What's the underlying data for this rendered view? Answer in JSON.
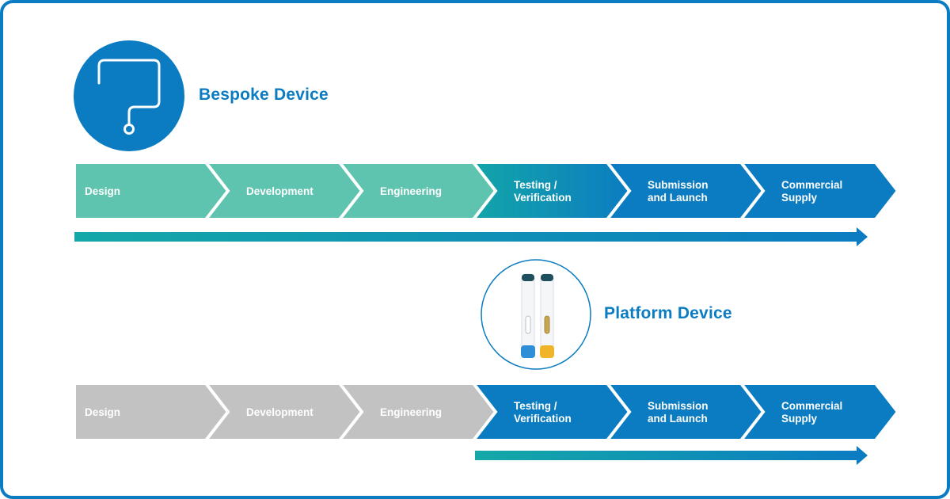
{
  "bespoke": {
    "title": "Bespoke Device",
    "icon": "question-mark-icon",
    "colors": [
      "#5fc4af",
      "#5fc4af",
      "#5fc4af",
      "#0e9fb4",
      "#0b7cc1",
      "#0b7cc1"
    ],
    "steps": [
      [
        "Design"
      ],
      [
        "Development"
      ],
      [
        "Engineering"
      ],
      [
        "Testing /",
        "Verification"
      ],
      [
        "Submission",
        "and Launch"
      ],
      [
        "Commercial",
        "Supply"
      ]
    ]
  },
  "platform": {
    "title": "Platform Device",
    "icon": "autoinjector-pens-icon",
    "colors": [
      "#c2c2c2",
      "#c2c2c2",
      "#c2c2c2",
      "#0b7cc1",
      "#0b7cc1",
      "#0b7cc1"
    ],
    "steps": [
      [
        "Design"
      ],
      [
        "Development"
      ],
      [
        "Engineering"
      ],
      [
        "Testing /",
        "Verification"
      ],
      [
        "Submission",
        "and Launch"
      ],
      [
        "Commercial",
        "Supply"
      ]
    ]
  },
  "colors": {
    "accent": "#0b7cc1",
    "teal": "#5fc4af",
    "grey": "#c2c2c2"
  }
}
